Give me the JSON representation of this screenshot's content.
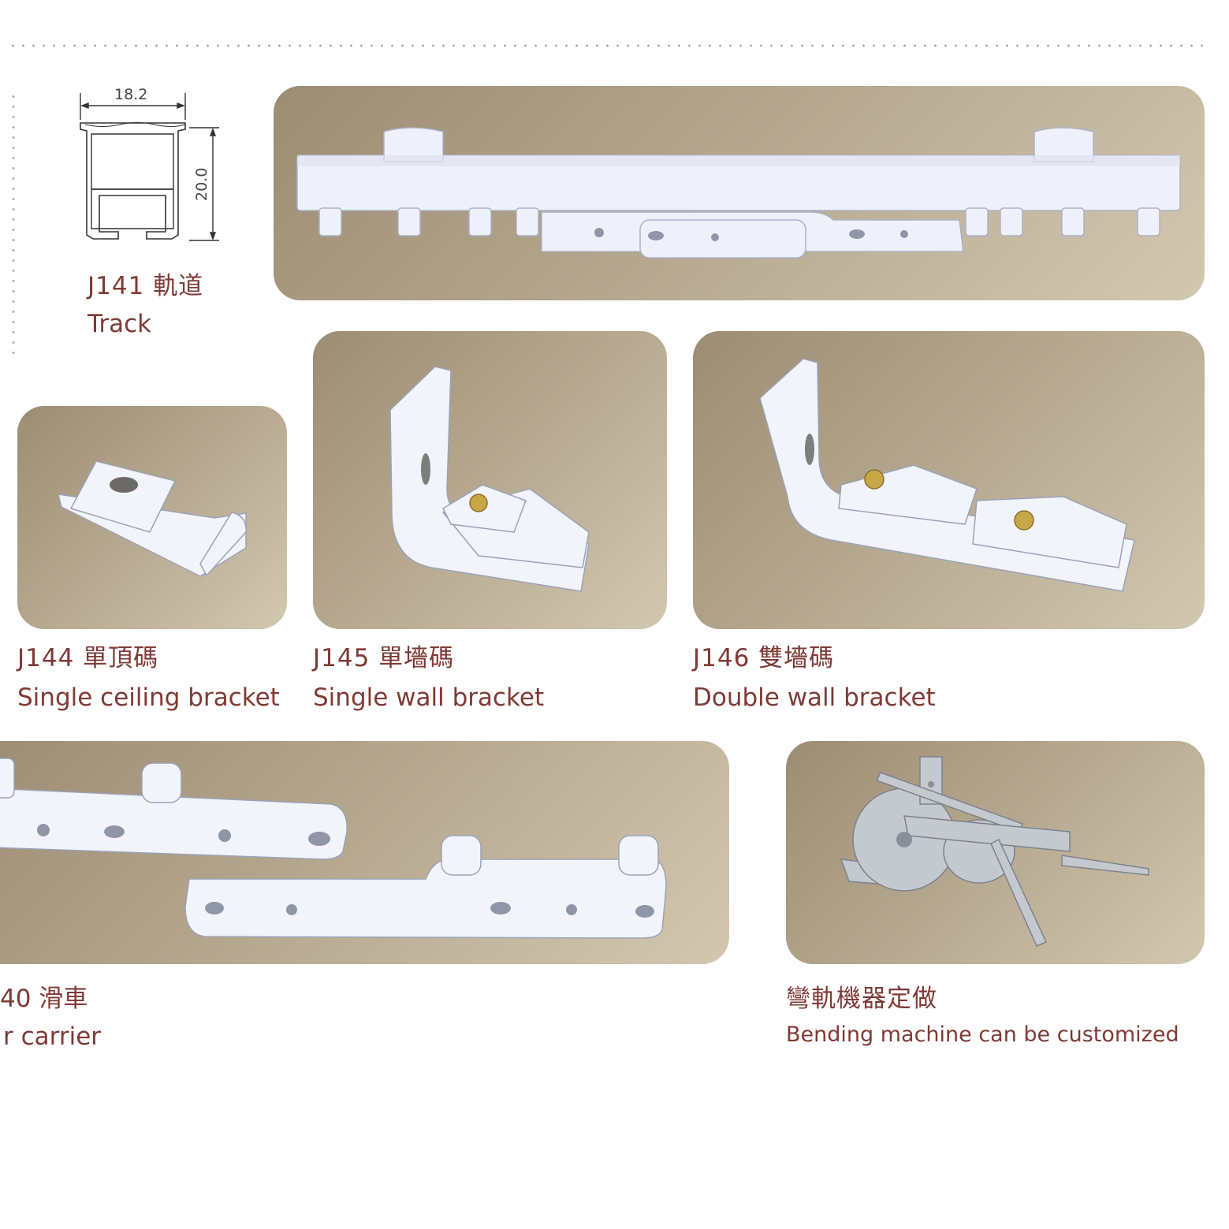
{
  "track": {
    "width_label": "18.2",
    "height_label": "20.0",
    "code_cn": "J141 軌道",
    "name_en": "Track"
  },
  "products": [
    {
      "code_cn": "J144  單頂碼",
      "name_en": "Single ceiling bracket"
    },
    {
      "code_cn": "J145  單墻碼",
      "name_en": "Single wall bracket"
    },
    {
      "code_cn": "J146  雙墻碼",
      "name_en": "Double wall bracket"
    },
    {
      "code_cn": "40 滑車",
      "name_en": "r carrier"
    },
    {
      "code_cn": "彎軌機器定做",
      "name_en": "Bending machine can be customized"
    }
  ],
  "colors": {
    "label": "#7e3a35",
    "photo_bg_dark": "#9c8c73",
    "photo_bg_light": "#d2c7b0",
    "metal_white": "#f2f4fb"
  }
}
